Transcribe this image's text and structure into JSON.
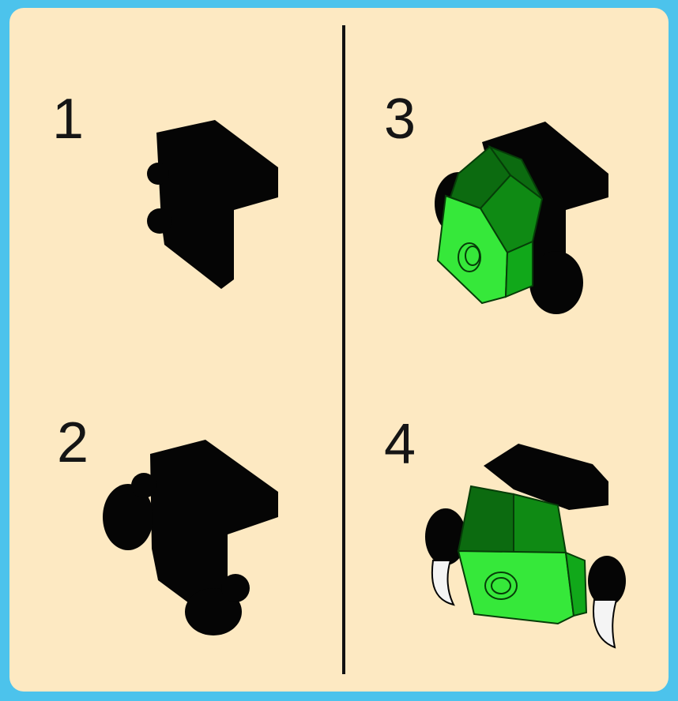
{
  "steps": [
    {
      "number": "1"
    },
    {
      "number": "2"
    },
    {
      "number": "3"
    },
    {
      "number": "4"
    }
  ],
  "colors": {
    "background": "#4cc3ec",
    "panel": "#fde9c2",
    "brick_black": "#050505",
    "brick_green_dark": "#0c6b10",
    "brick_green_mid": "#11a81a",
    "brick_green_light": "#36e83a",
    "claw_white": "#f4f4f4"
  }
}
